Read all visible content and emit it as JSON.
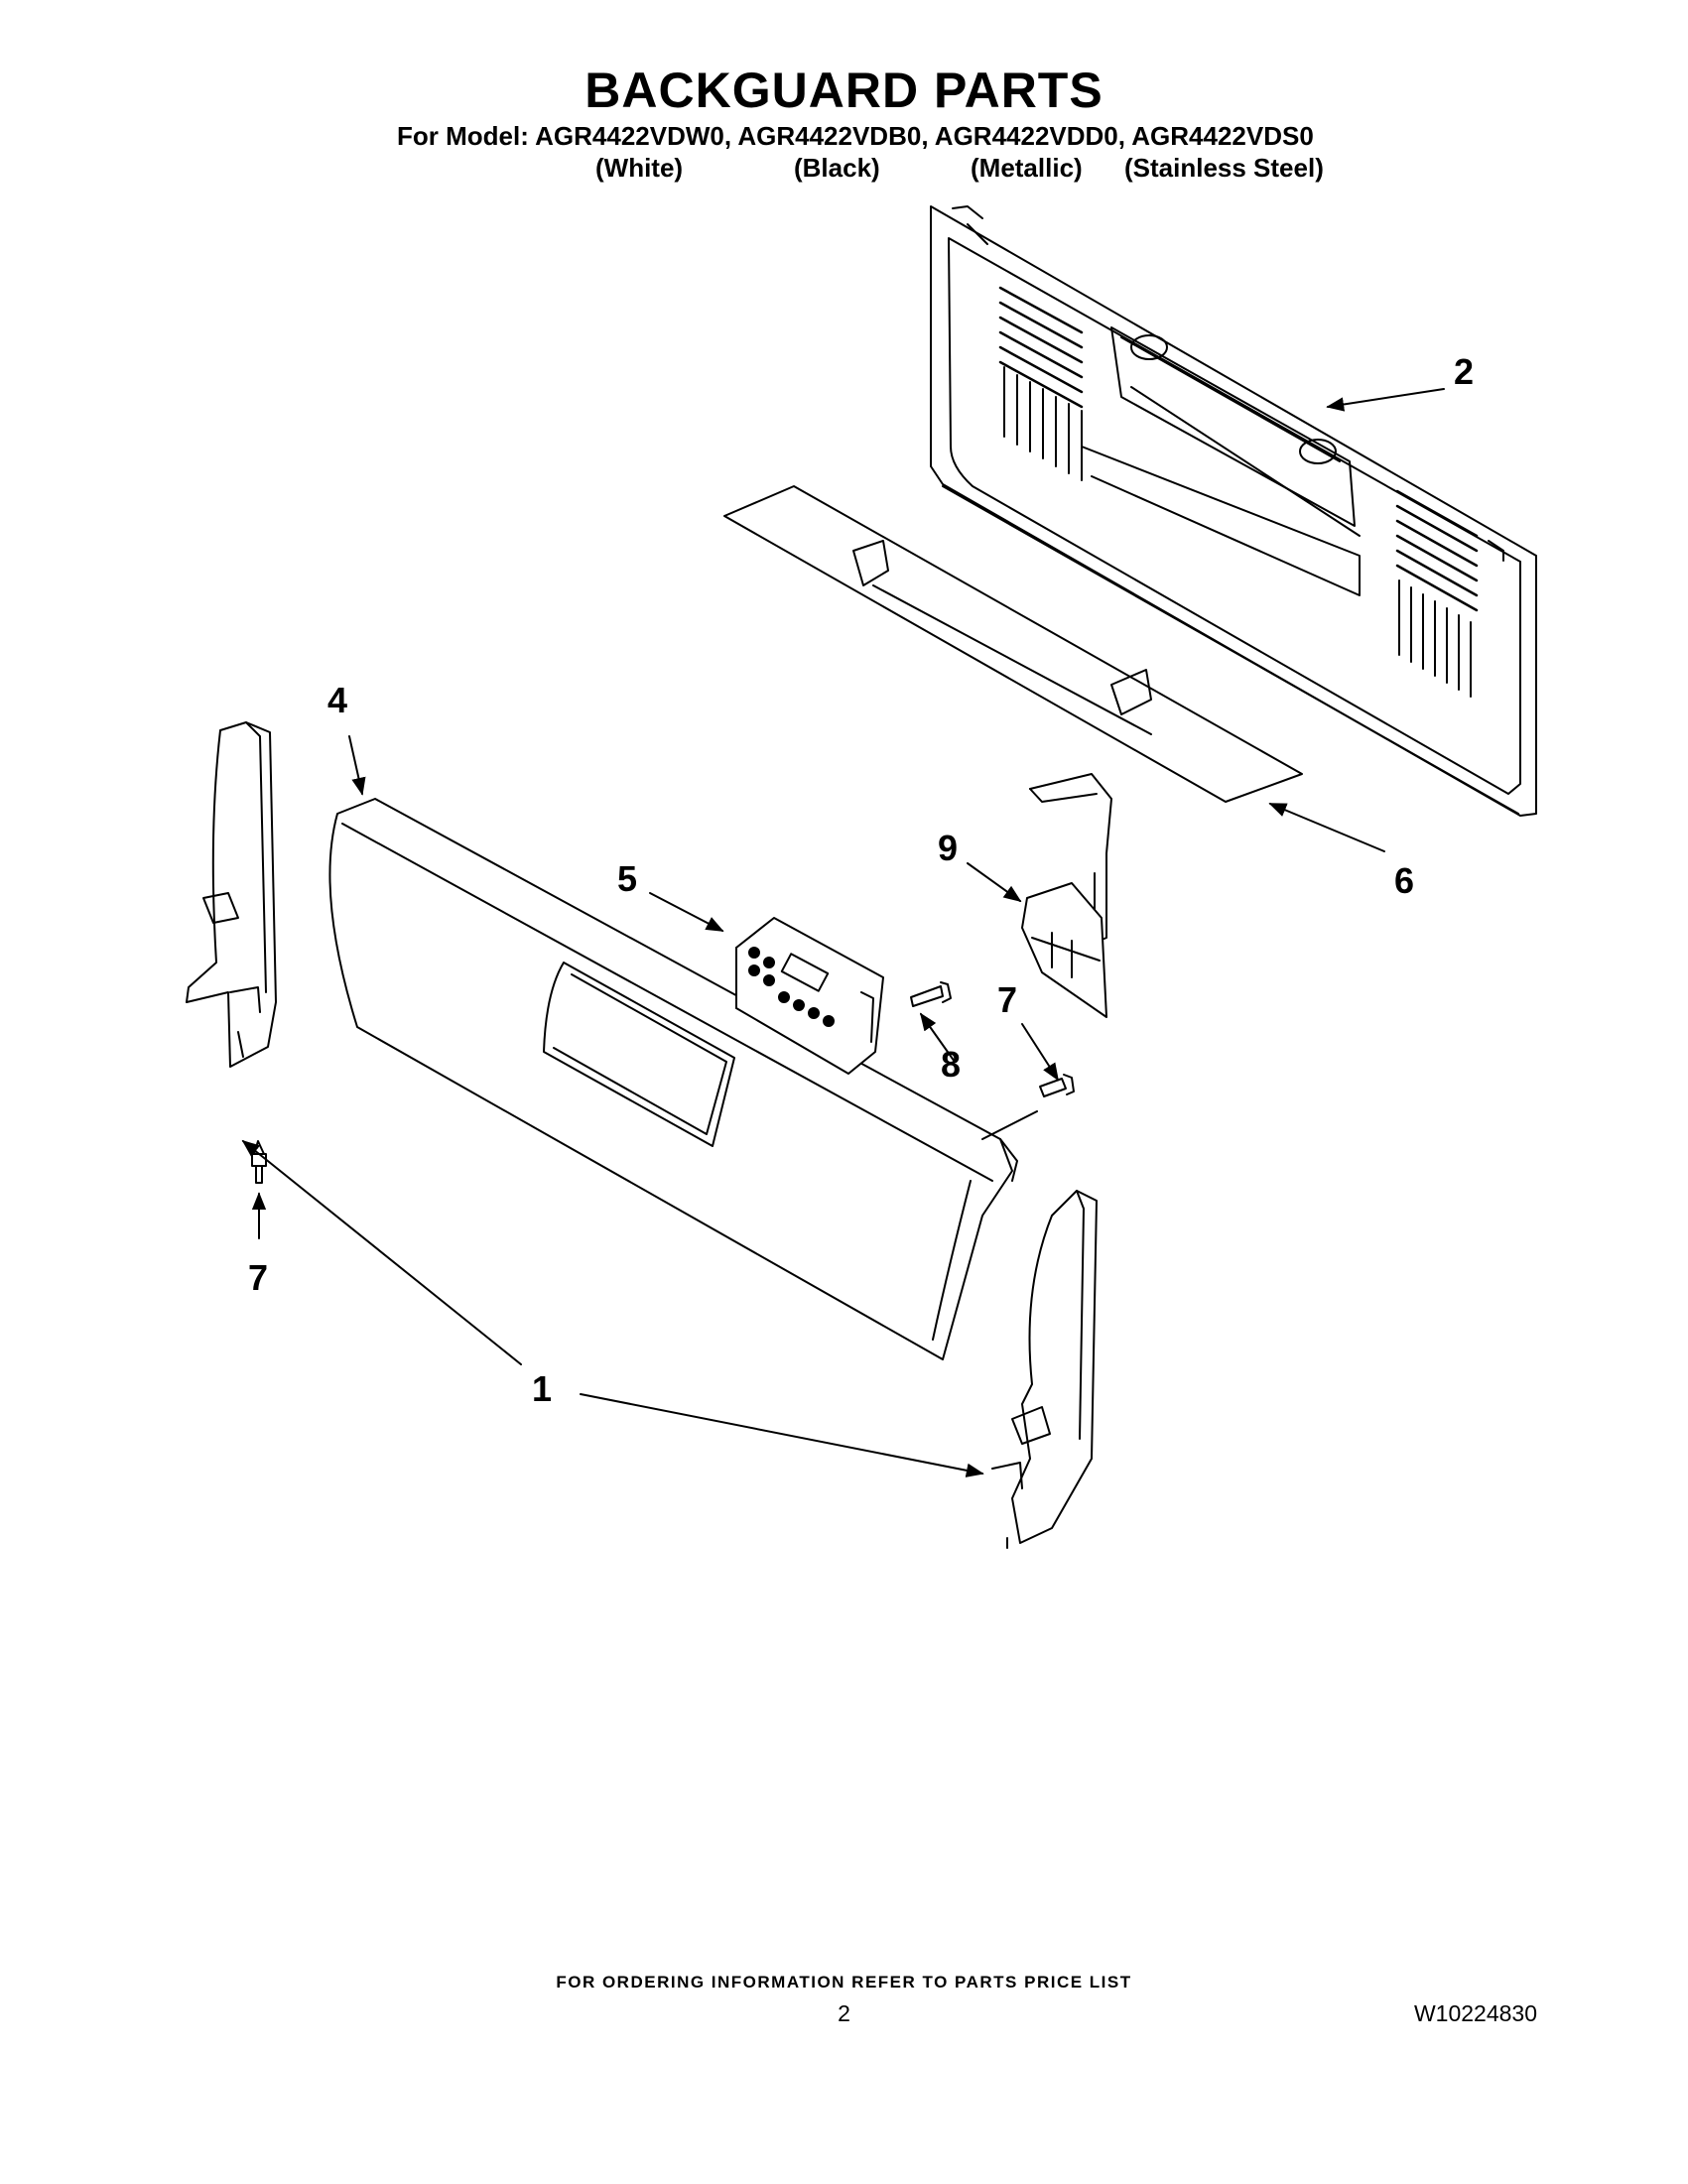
{
  "header": {
    "title": "BACKGUARD PARTS",
    "model_line": "For Model: AGR4422VDW0, AGR4422VDB0, AGR4422VDD0, AGR4422VDS0",
    "variants": [
      "(White)",
      "(Black)",
      "(Metallic)",
      "(Stainless Steel)"
    ]
  },
  "callouts": {
    "c1": "1",
    "c2": "2",
    "c4": "4",
    "c5": "5",
    "c6": "6",
    "c7a": "7",
    "c7b": "7",
    "c8": "8",
    "c9": "9"
  },
  "footer": {
    "ordering_note": "FOR ORDERING INFORMATION REFER TO PARTS PRICE LIST",
    "page_number": "2",
    "document_number": "W10224830"
  }
}
